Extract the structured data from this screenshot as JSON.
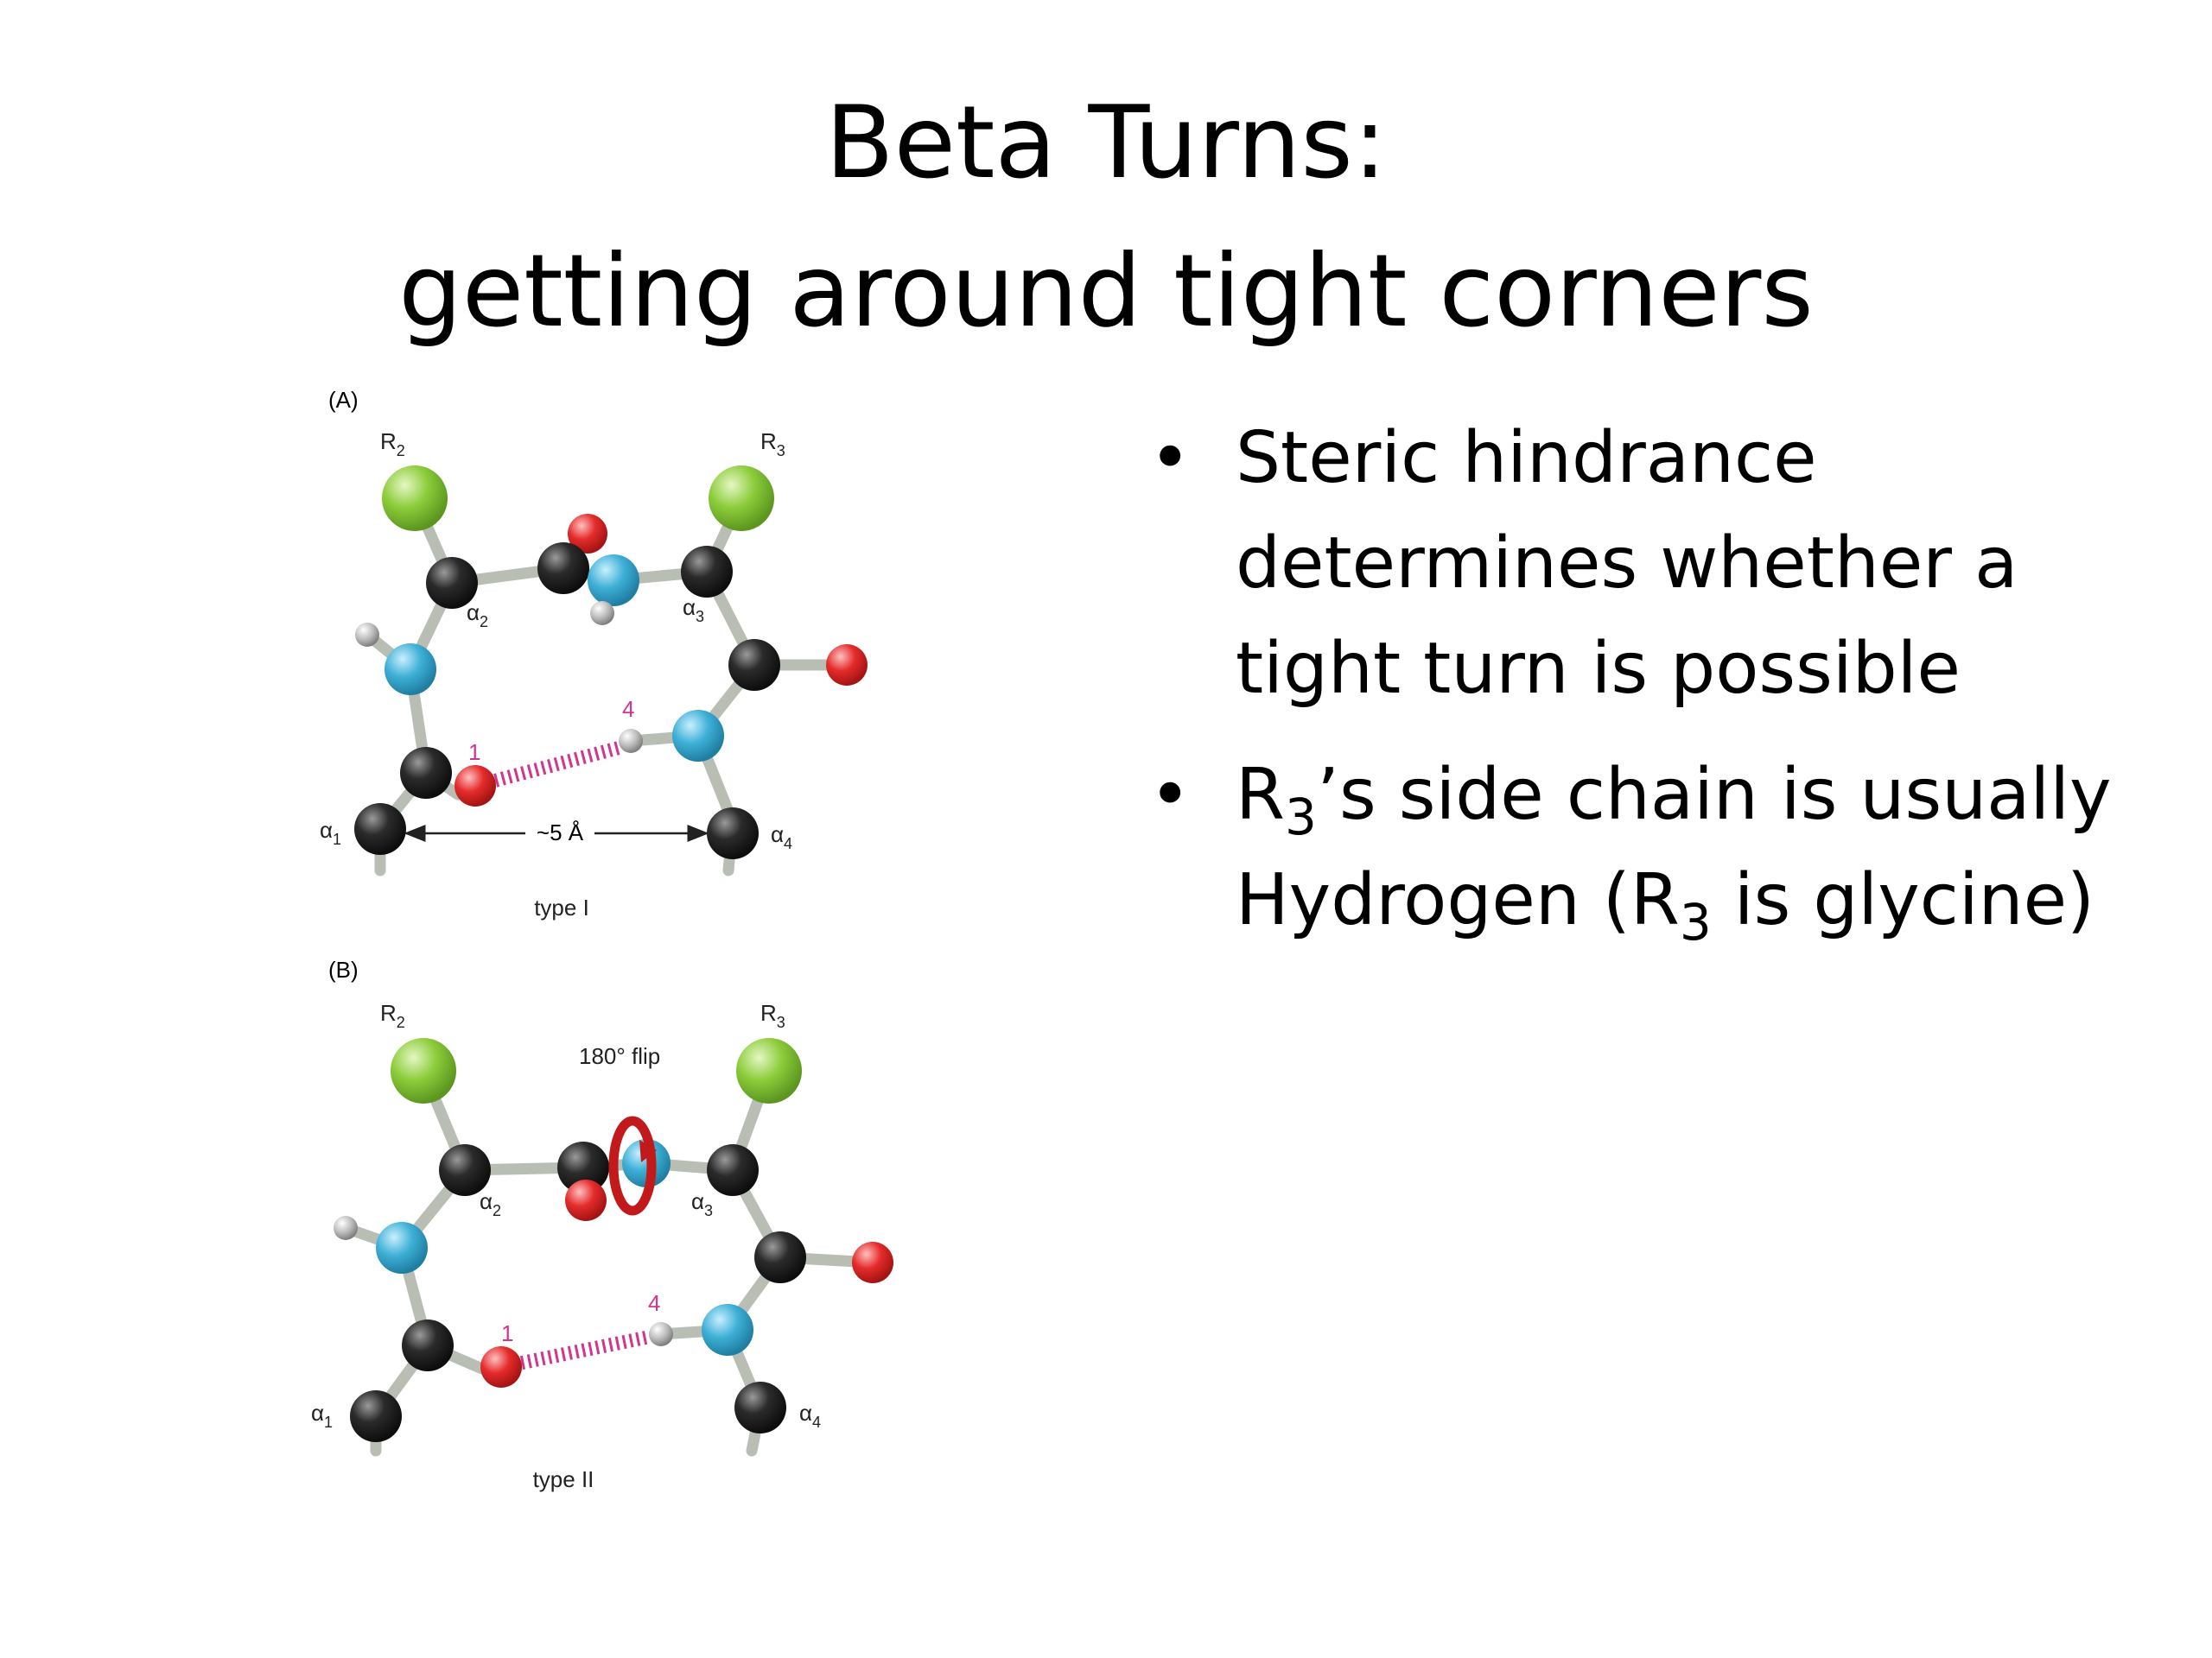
{
  "title": {
    "line1": "Beta Turns:",
    "line2": "getting around tight corners"
  },
  "bullets": [
    {
      "text": "Steric hindrance determines whether a tight turn is possible"
    },
    {
      "r_prefix": "R",
      "r_sub": "3",
      "text_after": "’s side chain is usually Hydrogen (R",
      "sub2": "3",
      "text_end": " is glycine)"
    }
  ],
  "figure": {
    "panel_a": {
      "label": "(A)",
      "r2": "R",
      "r2_sub": "2",
      "r3": "R",
      "r3_sub": "3",
      "alpha1": "α",
      "alpha1_sub": "1",
      "alpha2": "α",
      "alpha2_sub": "2",
      "alpha3": "α",
      "alpha3_sub": "3",
      "alpha4": "α",
      "alpha4_sub": "4",
      "residue1": "1",
      "residue4": "4",
      "distance": "~5 Å",
      "caption": "type I"
    },
    "panel_b": {
      "label": "(B)",
      "r2": "R",
      "r2_sub": "2",
      "r3": "R",
      "r3_sub": "3",
      "alpha1": "α",
      "alpha1_sub": "1",
      "alpha2": "α",
      "alpha2_sub": "2",
      "alpha3": "α",
      "alpha3_sub": "3",
      "alpha4": "α",
      "alpha4_sub": "4",
      "residue1": "1",
      "residue4": "4",
      "flip": "180° flip",
      "caption": "type II"
    },
    "colors": {
      "carbon": "#2b2b2b",
      "nitrogen": "#3fb0d6",
      "oxygen": "#e52b2b",
      "hydrogen": "#b8b8b8",
      "side_chain": "#8ccc3a",
      "hbond": "#d0368e",
      "bond": "#b9beb4",
      "flip_arrow": "#c21a1a"
    }
  }
}
